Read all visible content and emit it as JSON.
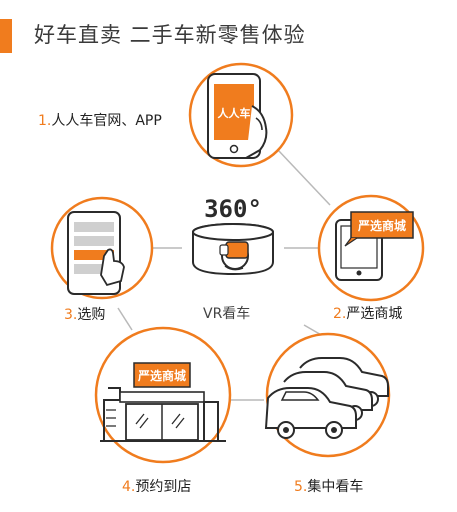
{
  "header": {
    "title": "好车直卖 二手车新零售体验"
  },
  "steps": [
    {
      "number": "1.",
      "label": "人人车官网、APP",
      "screen_text": "人人车"
    },
    {
      "number": "2.",
      "label": "严选商城",
      "sign_text": "严选商城"
    },
    {
      "number": "3.",
      "label": "选购"
    },
    {
      "number": "4.",
      "label": "预约到店",
      "sign_text": "严选商城"
    },
    {
      "number": "5.",
      "label": "集中看车"
    }
  ],
  "center": {
    "badge": "360°",
    "label": "VR看车"
  },
  "colors": {
    "accent": "#f07c1e",
    "line": "#b9b9b9",
    "outline": "#2b2b2b"
  }
}
